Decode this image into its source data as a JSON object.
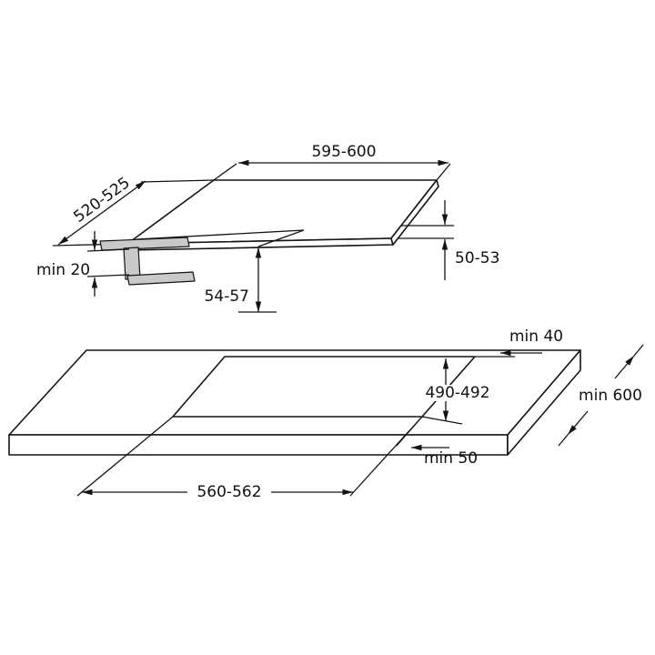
{
  "diagram": {
    "kind": "hob-installation-dimension-drawing",
    "background_color": "#ffffff",
    "line_color": "#141414",
    "profile_fill_color": "#c9c9c9"
  },
  "labels": {
    "hob_width": "595-600",
    "hob_depth": "520-525",
    "hob_edge_height": "50-53",
    "hob_total_height": "54-57",
    "min_clearance_under_hob": "min 20",
    "rear_clearance": "min 40",
    "cutout_depth": "490-492",
    "worktop_min_depth": "min 600",
    "side_clearance": "min 50",
    "cutout_width": "560-562"
  }
}
